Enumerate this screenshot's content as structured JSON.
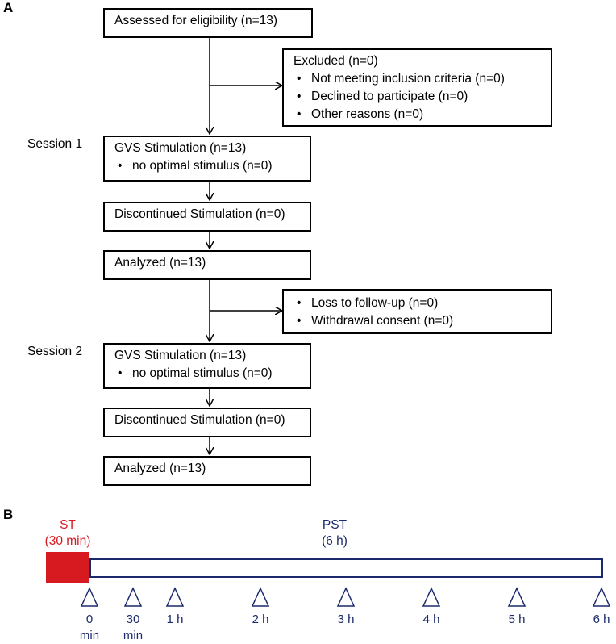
{
  "panels": {
    "a": "A",
    "b": "B"
  },
  "flowchart": {
    "assessed": "Assessed for eligibility (n=13)",
    "excluded": {
      "title": "Excluded  (n=0)",
      "items": [
        "Not meeting inclusion criteria (n=0)",
        "Declined to participate (n=0)",
        "Other reasons (n=0)"
      ]
    },
    "session1": {
      "label": "Session 1",
      "stimulation": {
        "title": "GVS Stimulation (n=13)",
        "items": [
          "no optimal stimulus (n=0)"
        ]
      },
      "discontinued": "Discontinued Stimulation (n=0)",
      "analyzed": "Analyzed (n=13)"
    },
    "loss": {
      "items": [
        "Loss to follow-up (n=0)",
        "Withdrawal consent (n=0)"
      ]
    },
    "session2": {
      "label": "Session 2",
      "stimulation": {
        "title": "GVS Stimulation (n=13)",
        "items": [
          "no optimal stimulus (n=0)"
        ]
      },
      "discontinued": "Discontinued Stimulation (n=0)",
      "analyzed": "Analyzed (n=13)"
    }
  },
  "timeline": {
    "st": {
      "label": "ST",
      "duration": "(30 min)"
    },
    "pst": {
      "label": "PST",
      "duration": "(6 h)"
    },
    "ticks": [
      {
        "line1": "0",
        "line2": "min"
      },
      {
        "line1": "30",
        "line2": "min"
      },
      {
        "line1": "1 h",
        "line2": ""
      },
      {
        "line1": "2 h",
        "line2": ""
      },
      {
        "line1": "3 h",
        "line2": ""
      },
      {
        "line1": "4 h",
        "line2": ""
      },
      {
        "line1": "5 h",
        "line2": ""
      },
      {
        "line1": "6 h",
        "line2": ""
      }
    ]
  },
  "colors": {
    "st": "#d71920",
    "timeline": "#1a2a6c",
    "line": "#000000"
  }
}
